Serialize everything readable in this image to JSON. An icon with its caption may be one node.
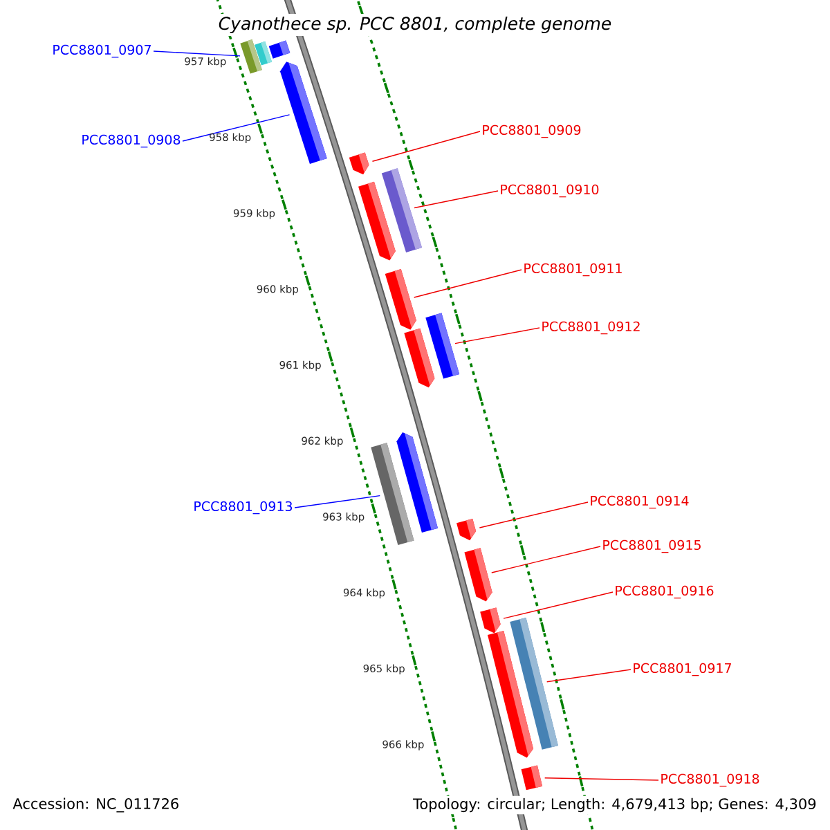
{
  "diagram": {
    "title": "Cyanothece sp. PCC 8801, complete genome",
    "nodes": [
      {
        "text": [
          "PCC8801_0907"
        ]
      },
      {
        "text": [
          "PCC8801_0908"
        ]
      },
      {
        "text": [
          "PCC8801_0909"
        ]
      },
      {
        "text": [
          "PCC8801_0910"
        ]
      },
      {
        "text": [
          "PCC8801_0911"
        ]
      },
      {
        "text": [
          "PCC8801_0912"
        ]
      },
      {
        "text": [
          "PCC8801_0913"
        ]
      },
      {
        "text": [
          "PCC8801_0914"
        ]
      },
      {
        "text": [
          "PCC8801_0915"
        ]
      },
      {
        "text": [
          "PCC8801_0916"
        ]
      },
      {
        "text": [
          "PCC8801_0917"
        ]
      },
      {
        "text": [
          "PCC8801_0918"
        ]
      },
      {
        "text": [],
        "shape": "bar"
      },
      {
        "text": [],
        "shape": "bar"
      },
      {
        "text": [],
        "shape": "bar"
      },
      {
        "text": [],
        "shape": "bar"
      },
      {
        "text": [],
        "shape": "bar"
      },
      {
        "text": [],
        "shape": "bar"
      },
      {
        "text": [],
        "shape": "bar"
      },
      {
        "text": [],
        "shape": "bar"
      },
      {
        "text": [],
        "shape": "bar"
      },
      {
        "text": [],
        "shape": "bar"
      },
      {
        "text": [],
        "shape": "bar"
      },
      {
        "text": [],
        "shape": "bar"
      },
      {
        "text": [],
        "shape": "bar"
      },
      {
        "text": [],
        "shape": "bar"
      },
      {
        "text": [],
        "shape": "bar"
      },
      {
        "text": [],
        "shape": "bar"
      },
      {
        "text": [],
        "shape": "bar"
      },
      {
        "text": [],
        "shape": "bar"
      }
    ],
    "edges": [
      {
        "from": 0,
        "to": 12,
        "arrow": "none",
        "color": "#0000ff"
      },
      {
        "from": 1,
        "to": 15,
        "arrow": "none",
        "color": "#0000ff"
      },
      {
        "from": 2,
        "to": 16,
        "arrow": "none"
      },
      {
        "from": 3,
        "to": 18,
        "arrow": "none"
      },
      {
        "from": 4,
        "to": 19,
        "arrow": "none"
      },
      {
        "from": 5,
        "to": 21,
        "arrow": "none"
      },
      {
        "from": 6,
        "to": 22,
        "arrow": "none",
        "color": "#0000ff"
      },
      {
        "from": 7,
        "to": 24,
        "arrow": "none"
      },
      {
        "from": 8,
        "to": 25,
        "arrow": "none"
      },
      {
        "from": 9,
        "to": 26,
        "arrow": "none"
      },
      {
        "from": 10,
        "to": 28,
        "arrow": "none"
      },
      {
        "from": 11,
        "to": 29,
        "arrow": "none"
      }
    ],
    "labels": [
      "957 kbp",
      "958 kbp",
      "959 kbp",
      "960 kbp",
      "961 kbp",
      "962 kbp",
      "963 kbp",
      "964 kbp",
      "965 kbp",
      "966 kbp",
      "Accession: NC_011726",
      "Topology: circular; Length: 4,679,413 bp; Genes: 4,309"
    ]
  }
}
